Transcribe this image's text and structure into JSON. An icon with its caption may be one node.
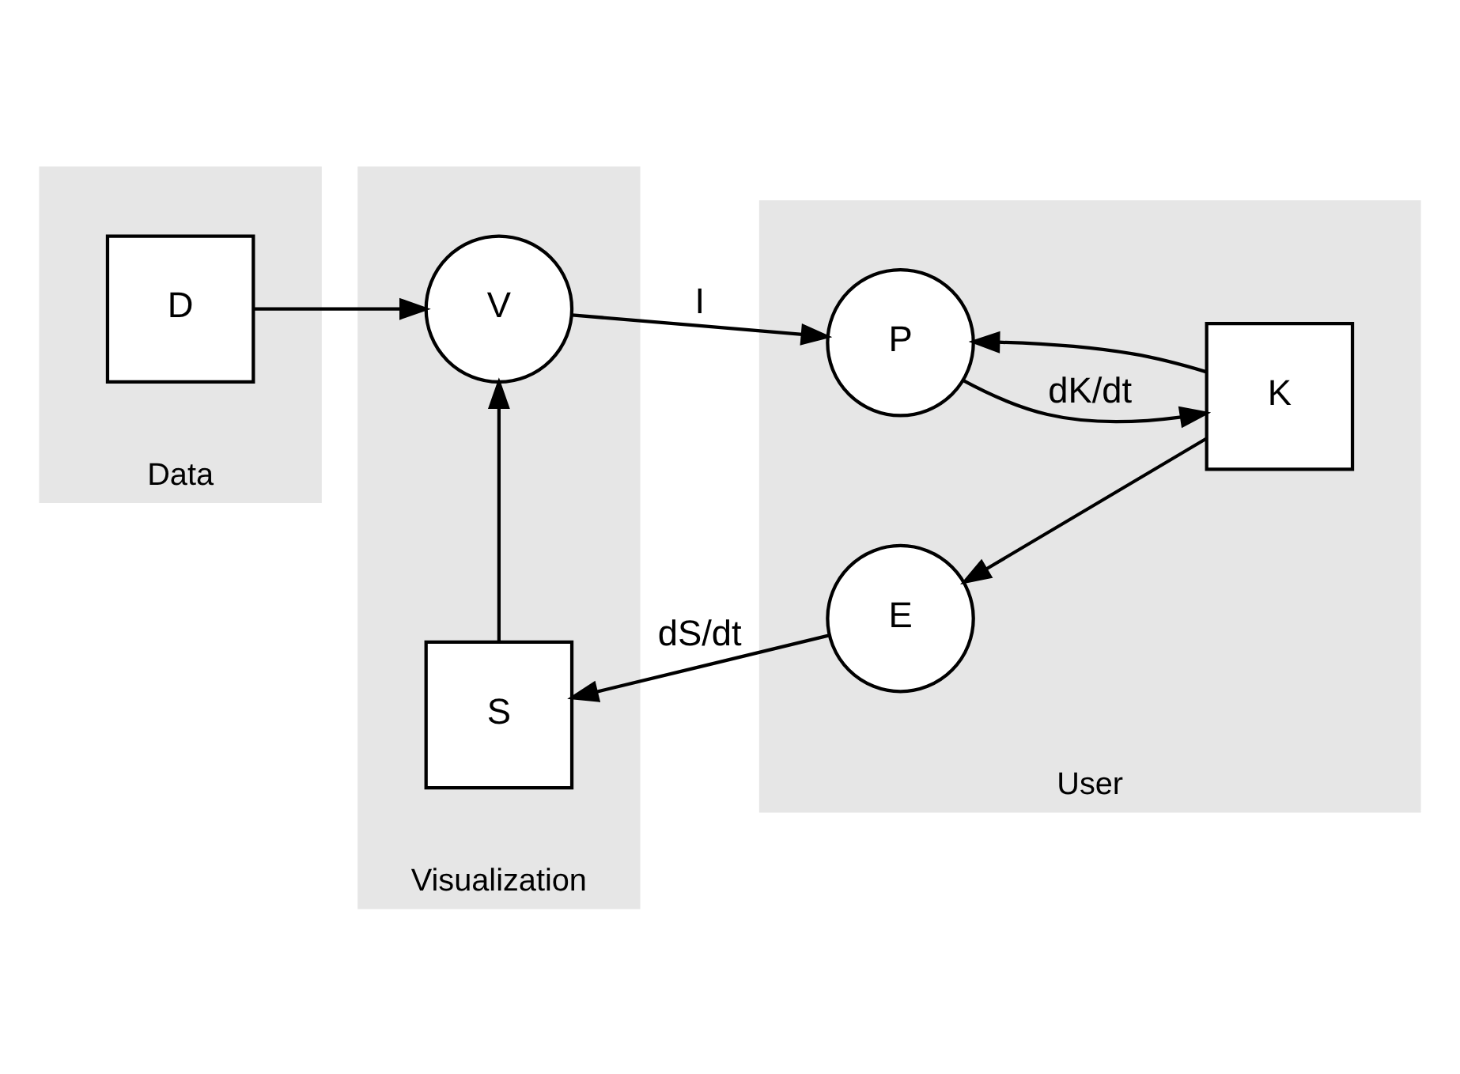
{
  "diagram": {
    "nodes": [
      {
        "text": [
          "Data"
        ]
      },
      {
        "text": [
          "D"
        ],
        "in": 0
      },
      {
        "text": [
          "Visualization"
        ]
      },
      {
        "text": [
          "V"
        ],
        "in": 2
      },
      {
        "text": [
          "S"
        ],
        "in": 2
      },
      {
        "text": [
          "User"
        ]
      },
      {
        "text": [
          "P"
        ],
        "in": 5
      },
      {
        "text": [
          "K"
        ],
        "in": 5
      },
      {
        "text": [
          "E"
        ],
        "in": 5
      }
    ],
    "edges": [
      {
        "from": 1,
        "to": 3,
        "arrow": "to"
      },
      {
        "from": 3,
        "to": 6,
        "arrow": "to",
        "label": "I"
      },
      {
        "from": 6,
        "to": 7,
        "arrow": "to",
        "label": "dK/dt"
      },
      {
        "from": 7,
        "to": 6,
        "arrow": "to"
      },
      {
        "from": 7,
        "to": 8,
        "arrow": "to"
      },
      {
        "from": 8,
        "to": 4,
        "arrow": "to",
        "label": "dS/dt"
      },
      {
        "from": 4,
        "to": 3,
        "arrow": "to"
      }
    ]
  }
}
